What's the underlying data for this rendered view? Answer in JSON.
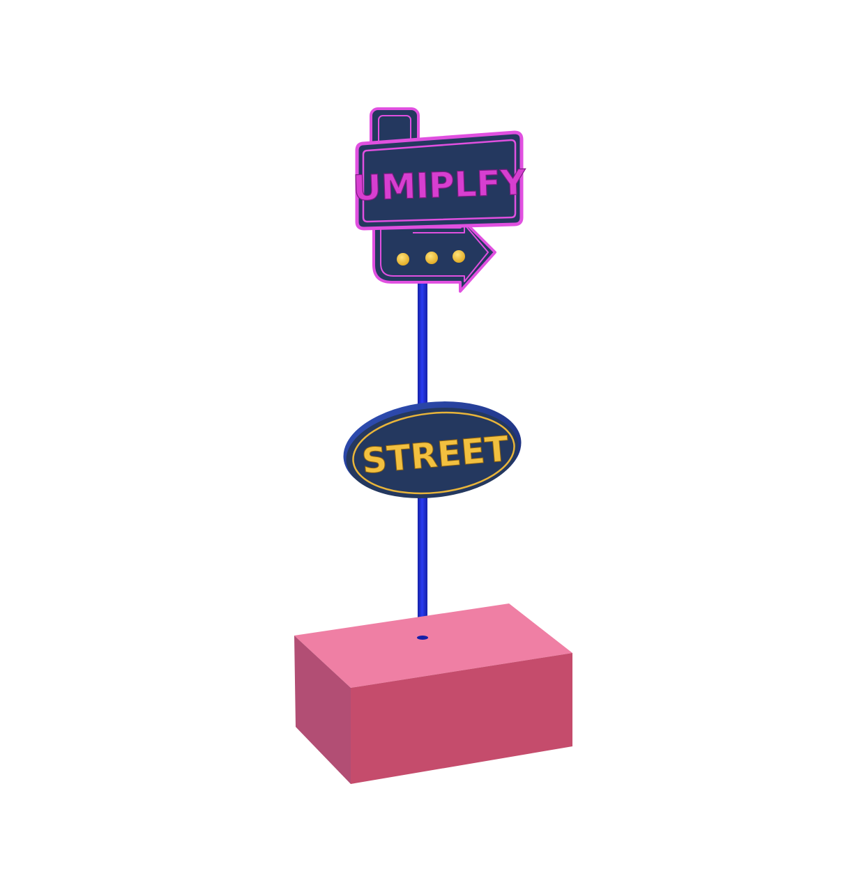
{
  "scene": {
    "description": "3D render of a street sign post on a pink base",
    "background": "#ffffff"
  },
  "top_sign": {
    "text": "UMIPLFY",
    "text_color": "#d73fd0",
    "neon_color": "#e050e0",
    "panel_color": "#24385f",
    "dots": 3,
    "dot_color": "#f2c230",
    "arrow_direction": "right"
  },
  "oval_sign": {
    "text": "STREET",
    "text_color": "#f2c040",
    "panel_color": "#24385f",
    "rim_color": "#1f3a8a",
    "border_color": "#e9b53a"
  },
  "pole": {
    "color": "#1d2fd6"
  },
  "base": {
    "top_color": "#ef7fa4",
    "front_color": "#c54c6c",
    "side_color": "#b24e74"
  }
}
